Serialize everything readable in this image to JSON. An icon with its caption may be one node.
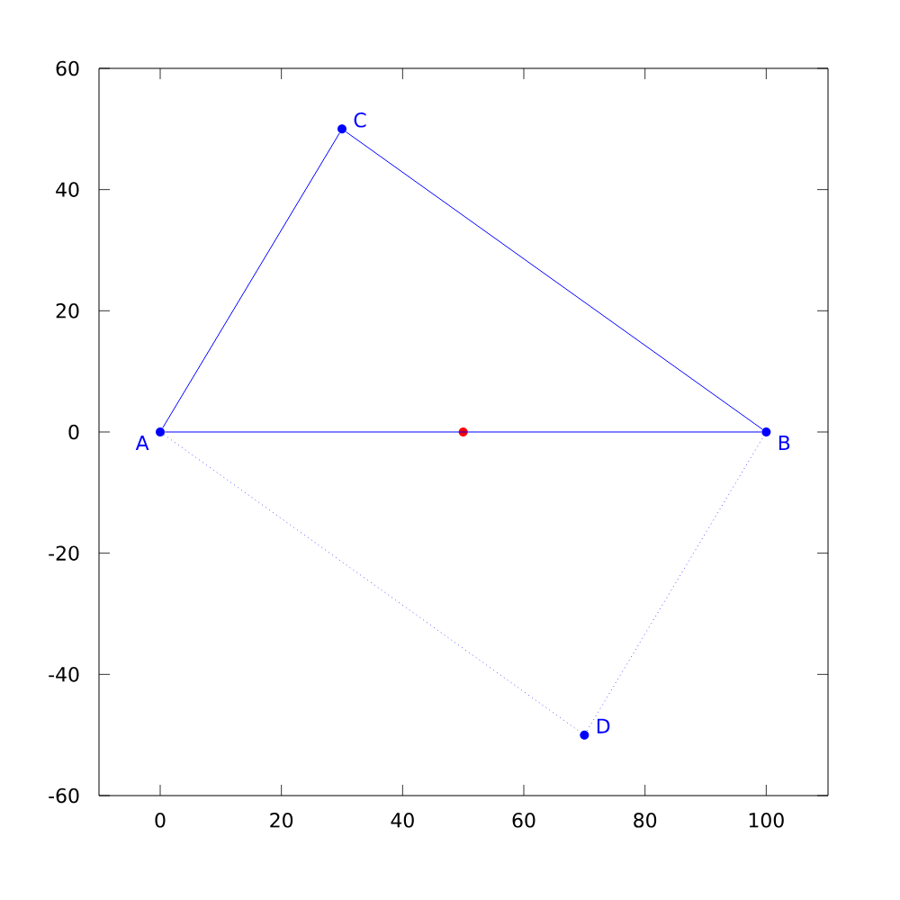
{
  "diagram": {
    "nodes": [
      {
        "text": [],
        "shape": "circle",
        "beside": [
          "A"
        ]
      },
      {
        "text": [],
        "shape": "circle",
        "beside": [
          "B"
        ]
      },
      {
        "text": [],
        "shape": "circle",
        "beside": [
          "C"
        ]
      },
      {
        "text": [],
        "shape": "circle",
        "beside": [
          "D"
        ]
      },
      {
        "text": [],
        "shape": "circle"
      }
    ],
    "edges": [
      {
        "from": 0,
        "to": 1,
        "arrow": "none"
      },
      {
        "from": 1,
        "to": 2,
        "arrow": "none"
      },
      {
        "from": 2,
        "to": 0,
        "arrow": "none"
      },
      {
        "from": 0,
        "to": 3,
        "arrow": "none",
        "style": "dashed"
      },
      {
        "from": 3,
        "to": 1,
        "arrow": "none",
        "style": "dashed"
      }
    ],
    "labels": [
      "60",
      "40",
      "20",
      "0",
      "-20",
      "-40",
      "-60",
      "0",
      "20",
      "40",
      "60",
      "80",
      "100"
    ]
  }
}
